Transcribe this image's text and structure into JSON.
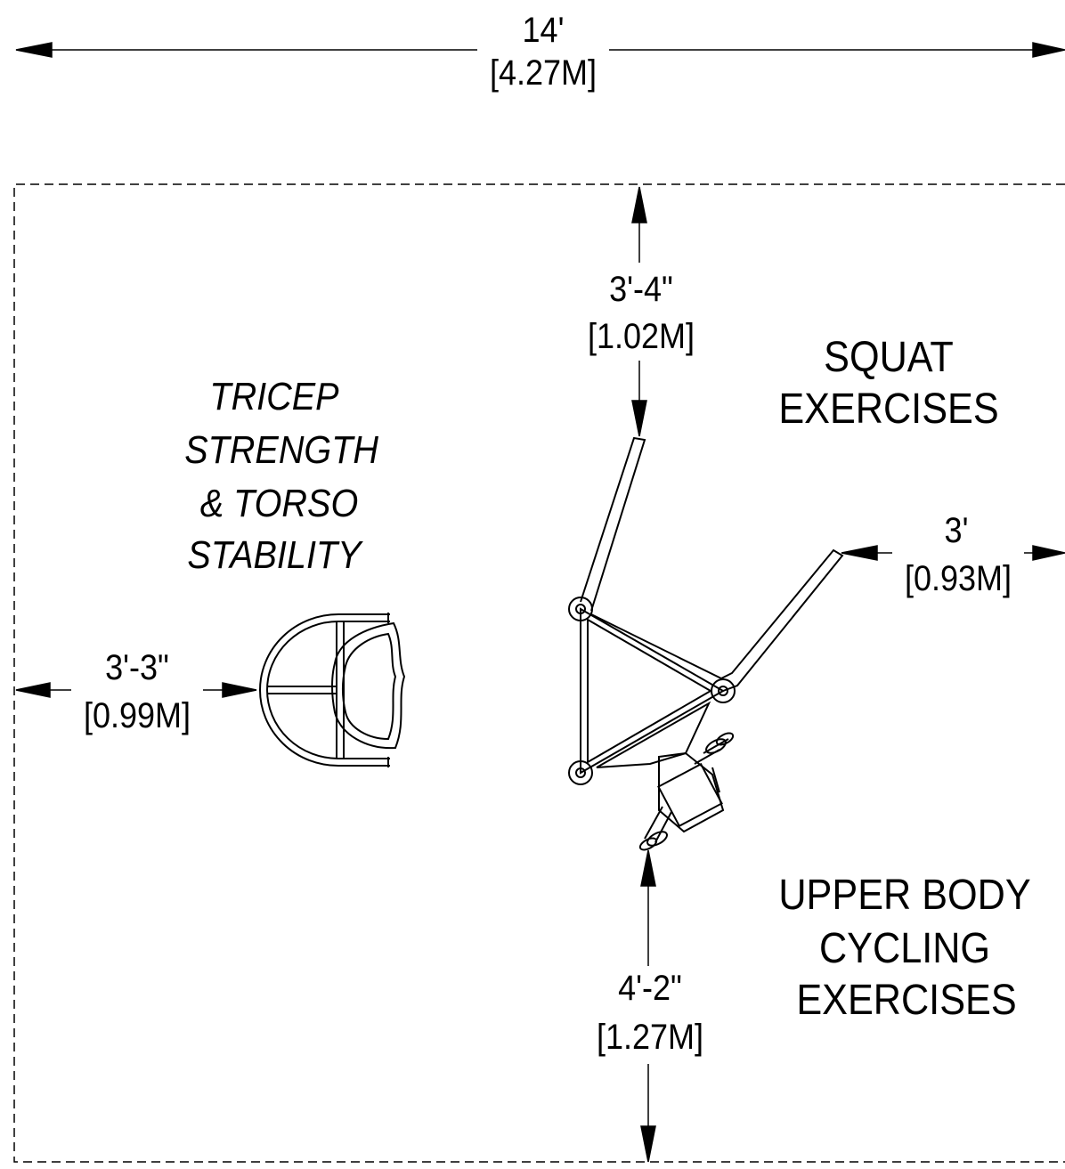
{
  "colors": {
    "line": "#000000",
    "background": "#ffffff"
  },
  "dimensions": {
    "overall_width": {
      "imperial": "14'",
      "metric": "[4.27M]"
    },
    "top_clearance": {
      "imperial": "3'-4\"",
      "metric": "[1.02M]"
    },
    "right_clearance": {
      "imperial": "3'",
      "metric": "[0.93M]"
    },
    "left_clearance": {
      "imperial": "3'-3\"",
      "metric": "[0.99M]"
    },
    "bottom_clearance": {
      "imperial": "4'-2\"",
      "metric": "[1.27M]"
    }
  },
  "zones": {
    "squat": [
      "SQUAT",
      "EXERCISES"
    ],
    "tricep": [
      "TRICEP",
      "STRENGTH",
      " & TORSO",
      "STABILITY"
    ],
    "cycling": [
      "UPPER BODY",
      "CYCLING",
      "EXERCISES"
    ]
  }
}
